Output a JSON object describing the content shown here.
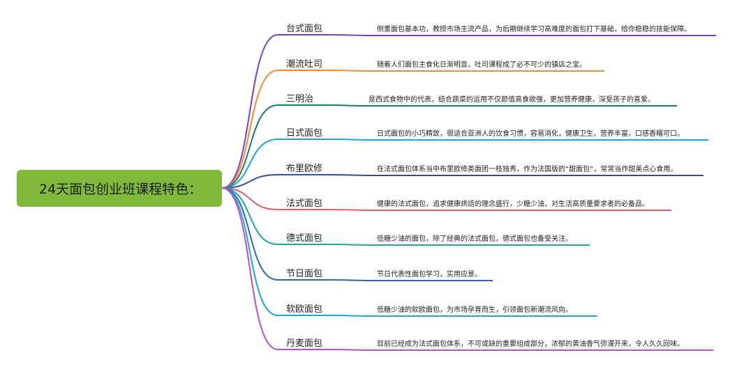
{
  "root": {
    "title": "24天面包创业班课程特色："
  },
  "branches": [
    {
      "label": "台式面包",
      "desc": "侧重面包基本功，教授市场主流产品，为后期继续学习高难度的面包打下基础，给你稳稳的技能保障。",
      "color": "#7b3fc4"
    },
    {
      "label": "潮流吐司",
      "desc": "随着人们面包主食化日渐明显，吐司课程成了必不可少的镇店之宝。",
      "color": "#f58a2c"
    },
    {
      "label": "三明治",
      "desc": "是西式食物中的代表，结合蔬菜的运用不仅颜值高食欲强，更加营养健康，深受孩子的喜爱。",
      "color": "#1b7a6e"
    },
    {
      "label": "日式面包",
      "desc": "日式面包的小巧精致，很适合亚洲人的饮食习惯，容易消化，健康卫生，营养丰富，口感香糯可口。",
      "color": "#19a6e0"
    },
    {
      "label": "布里欧修",
      "desc": "在法式面包体系当中布里欧修类面团一枝独秀，作为法国版的“甜面包”，常常当作甜美点心食用。",
      "color": "#2e4fa8"
    },
    {
      "label": "法式面包",
      "desc": "健康的法式面包，追求健康烘焙的理念盛行，少糖少油，对生活高质量要求者的必备品。",
      "color": "#ec5a6a"
    },
    {
      "label": "德式面包",
      "desc": "低糖少油的面包，除了经典的法式面包，德式面包也备受关注。",
      "color": "#1ea79a"
    },
    {
      "label": "节日面包",
      "desc": "节日代表性面包学习，实用应景。",
      "color": "#2a6aa6"
    },
    {
      "label": "软欧面包",
      "desc": "低糖少油的软欧面包，为市场孕育而生，引领面包新潮流风向。",
      "color": "#1fa3dc"
    },
    {
      "label": "丹麦面包",
      "desc": "目前已经成为法式面包体系，不可或缺的重要组成部分，浓郁的黄油香气弥漫开来，令人久久回味。",
      "color": "#b64fc8"
    }
  ]
}
